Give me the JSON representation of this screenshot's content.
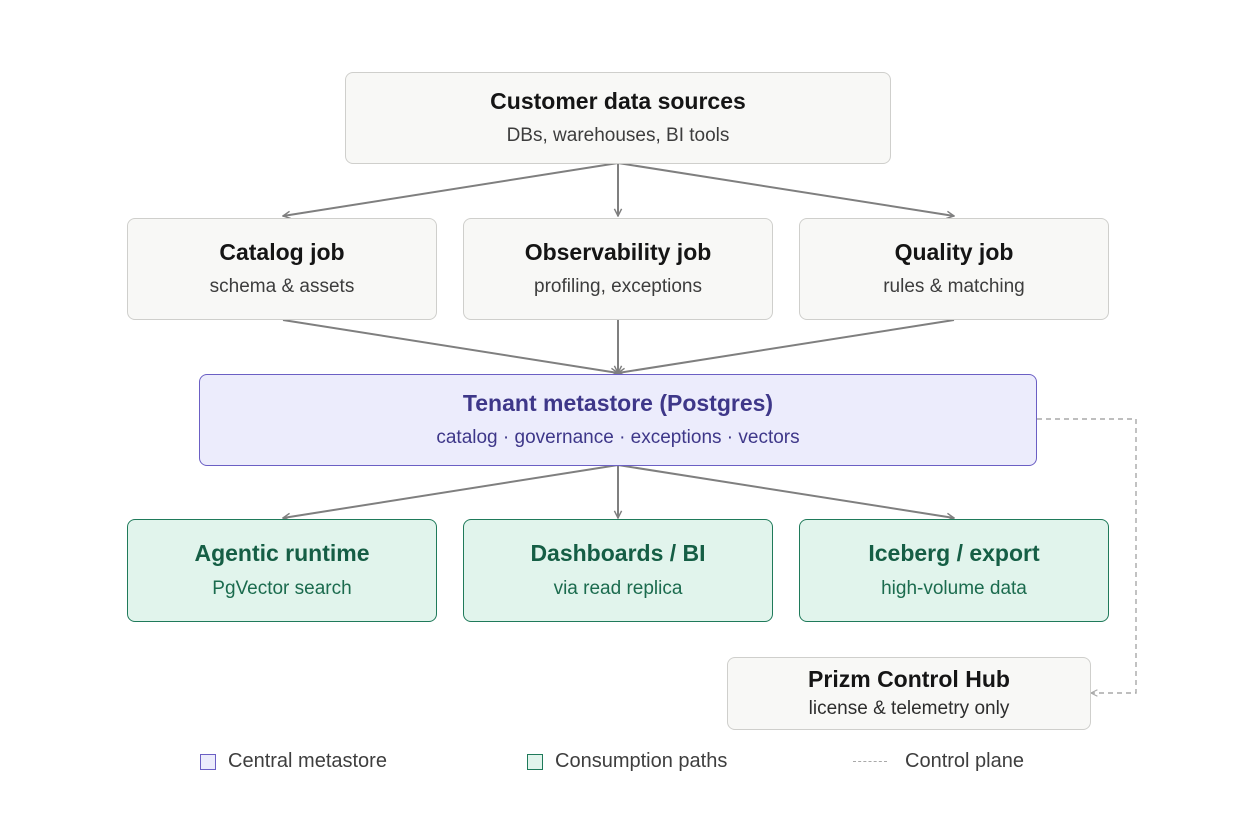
{
  "sources": {
    "title": "Customer data sources",
    "subtitle": "DBs, warehouses, BI tools"
  },
  "jobs": [
    {
      "title": "Catalog job",
      "subtitle": "schema & assets"
    },
    {
      "title": "Observability job",
      "subtitle": "profiling, exceptions"
    },
    {
      "title": "Quality job",
      "subtitle": "rules & matching"
    }
  ],
  "metastore": {
    "title": "Tenant metastore (Postgres)",
    "subtitle": "catalog · governance · exceptions · vectors"
  },
  "consumers": [
    {
      "title": "Agentic runtime",
      "subtitle": "PgVector search"
    },
    {
      "title": "Dashboards / BI",
      "subtitle": "via read replica"
    },
    {
      "title": "Iceberg / export",
      "subtitle": "high-volume data"
    }
  ],
  "control_hub": {
    "title": "Prizm Control Hub",
    "subtitle": "license & telemetry only"
  },
  "legend": {
    "central": "Central metastore",
    "consumption": "Consumption paths",
    "control": "Control plane"
  },
  "colors": {
    "node_fill": "#f8f8f6",
    "node_border": "#cfcfcc",
    "metastore_fill": "#ececfc",
    "metastore_border": "#6b5fc4",
    "consumer_fill": "#e1f4ec",
    "consumer_border": "#1f7a5a",
    "arrow": "#7f7f7f",
    "dashed": "#a9a9a9"
  }
}
